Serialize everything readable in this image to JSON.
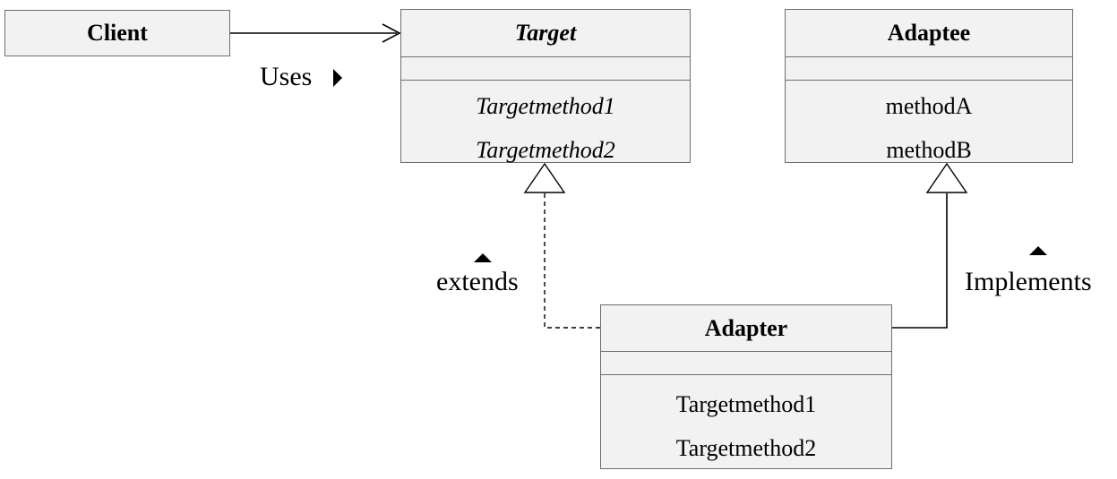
{
  "classes": {
    "client": {
      "name": "Client"
    },
    "target": {
      "name": "Target",
      "methods": [
        "Targetmethod1",
        "Targetmethod2"
      ]
    },
    "adaptee": {
      "name": "Adaptee",
      "methods": [
        "methodA",
        "methodB"
      ]
    },
    "adapter": {
      "name": "Adapter",
      "methods": [
        "Targetmethod1",
        "Targetmethod2"
      ]
    }
  },
  "labels": {
    "uses": "Uses",
    "extends": "extends",
    "implements": "Implements"
  },
  "colors": {
    "box_fill": "#f2f2f2",
    "box_border": "#6e6e6e",
    "line": "#000000"
  }
}
